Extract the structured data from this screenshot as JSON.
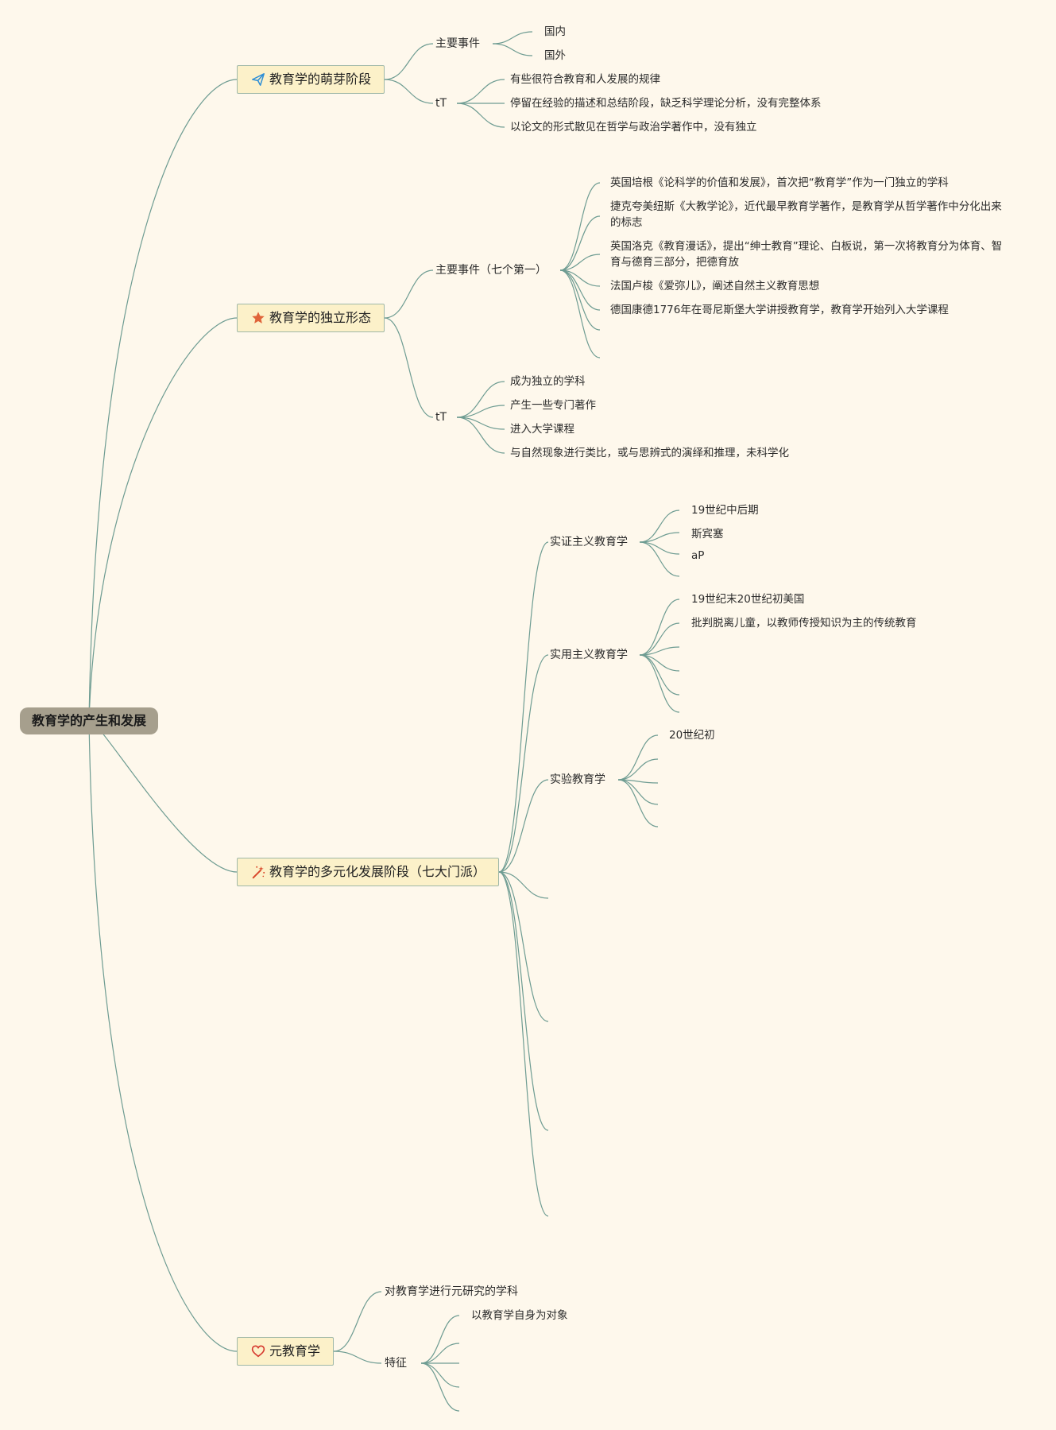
{
  "root": "教育学的产生和发展",
  "branches": [
    {
      "title": "教育学的萌芽阶段",
      "icon": "paper-plane-icon",
      "children": [
        {
          "label": "主要事件",
          "children": [
            "国内",
            "国外"
          ]
        },
        {
          "label": "tT",
          "children": [
            "有些很符合教育和人发展的规律",
            "停留在经验的描述和总结阶段，缺乏科学理论分析，没有完整体系",
            "以论文的形式散见在哲学与政治学著作中，没有独立"
          ]
        }
      ]
    },
    {
      "title": "教育学的独立形态",
      "icon": "star-icon",
      "children": [
        {
          "label": "主要事件（七个第一）",
          "children": [
            "英国培根《论科学的价值和发展》，首次把“教育学”作为一门独立的学科",
            "捷克夸美纽斯《大教学论》，近代最早教育学著作，是教育学从哲学著作中分化出来的标志",
            "英国洛克《教育漫话》，提出“绅士教育”理论、白板说，第一次将教育分为体育、智育与德育三部分，把德育放",
            "法国卢梭《爱弥儿》，阐述自然主义教育思想",
            "德国康德1776年在哥尼斯堡大学讲授教育学，教育学开始列入大学课程"
          ]
        },
        {
          "label": "tT",
          "children": [
            "成为独立的学科",
            "产生一些专门著作",
            "进入大学课程",
            "与自然现象进行类比，或与思辨式的演绎和推理，未科学化"
          ]
        }
      ]
    },
    {
      "title": "教育学的多元化发展阶段（七大门派）",
      "icon": "magic-wand-icon",
      "children": [
        {
          "label": "实证主义教育学",
          "children": [
            "19世纪中后期",
            "斯宾塞",
            "aP"
          ]
        },
        {
          "label": "实用主义教育学",
          "children": [
            "19世纪末20世纪初美国",
            "批判脱离儿童，以教师传授知识为主的传统教育"
          ]
        },
        {
          "label": "实验教育学",
          "children": [
            "20世纪初"
          ]
        }
      ]
    },
    {
      "title": "元教育学",
      "icon": "heart-icon",
      "children": [
        {
          "label": "对教育学进行元研究的学科",
          "children": []
        },
        {
          "label": "特征",
          "children": [
            "以教育学自身为对象"
          ]
        }
      ]
    }
  ],
  "colors": {
    "background": "#fef8ec",
    "line": "#6e9c92",
    "root_fill": "#a69f8d",
    "topic_fill": "#fcf1c9"
  }
}
